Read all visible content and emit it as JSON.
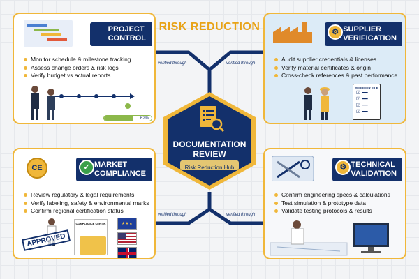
{
  "title": "RISK REDUCTION",
  "hub": {
    "title_line1": "DOCUMENTATION",
    "title_line2": "REVIEW",
    "subtitle": "Risk Reduction Hub"
  },
  "connector_label": "verified through",
  "cards": {
    "project": {
      "title_line1": "PROJECT",
      "title_line2": "CONTROL",
      "bullets": [
        "Monitor schedule & milestone tracking",
        "Assess change orders & risk logs",
        "Verify budget vs actual reports"
      ],
      "progress_label": "62%",
      "progress": 0.62
    },
    "supplier": {
      "title_line1": "SUPPLIER",
      "title_line2": "VERIFICATION",
      "bullets": [
        "Audit supplier credentials & licenses",
        "Verify material certificates & origin",
        "Cross-check references & past performance"
      ],
      "file_label": "SUPPLIER FILE"
    },
    "market": {
      "title_line1": "MARKET",
      "title_line2": "COMPLIANCE",
      "bullets": [
        "Review regulatory & legal requirements",
        "Verify labeling, safety & environmental marks",
        "Confirm regional certification status"
      ],
      "badge_text": "CE",
      "stamp": "APPROVED",
      "doc_label": "COMPLIANCE CERTIF."
    },
    "technical": {
      "title_line1": "TECHNICAL",
      "title_line2": "VALIDATION",
      "bullets": [
        "Confirm engineering specs & calculations",
        "Test simulation & prototype data",
        "Validate testing protocols & results"
      ]
    }
  },
  "colors": {
    "navy": "#13306b",
    "gold": "#f0b73a",
    "blue_card": "#dcebf7"
  }
}
